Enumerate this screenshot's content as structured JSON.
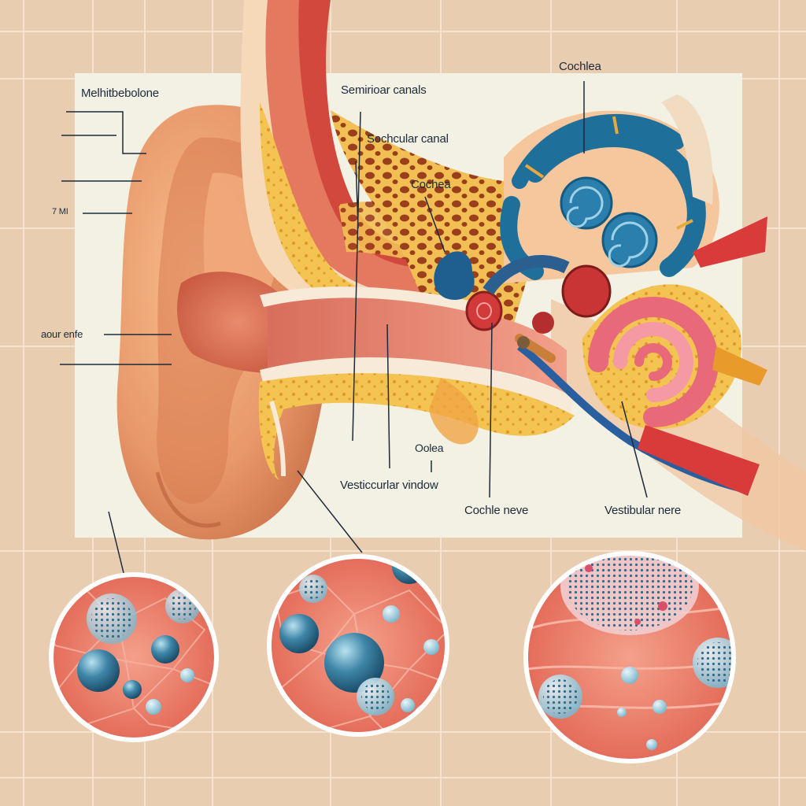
{
  "labels": {
    "melhitbebolone": "Melhitbebolone",
    "semicircular_canals": "Semirioar canals",
    "sochcular_canal": "Sochcular canal",
    "cochlea_top": "Cochlea",
    "cochea": "Cochea",
    "seven_mi": "7 MI",
    "aour_enfe": "aour enfe",
    "oolea": "Oolea",
    "vesticular_window": "Vesticcurlar vindow",
    "cochle_nerve": "Cochle neve",
    "vestibular_nerve": "Vestibular nere"
  },
  "colors": {
    "page_background": "#e9cdb0",
    "panel": "#f3f1e4",
    "skin": "#e59a68",
    "bone": "#f1c34d",
    "canal_blue": "#1f6f9b",
    "nerve_red": "#d23a3a",
    "tissue_pink": "#ef8a78",
    "cell_blue": "#3f86a8"
  }
}
